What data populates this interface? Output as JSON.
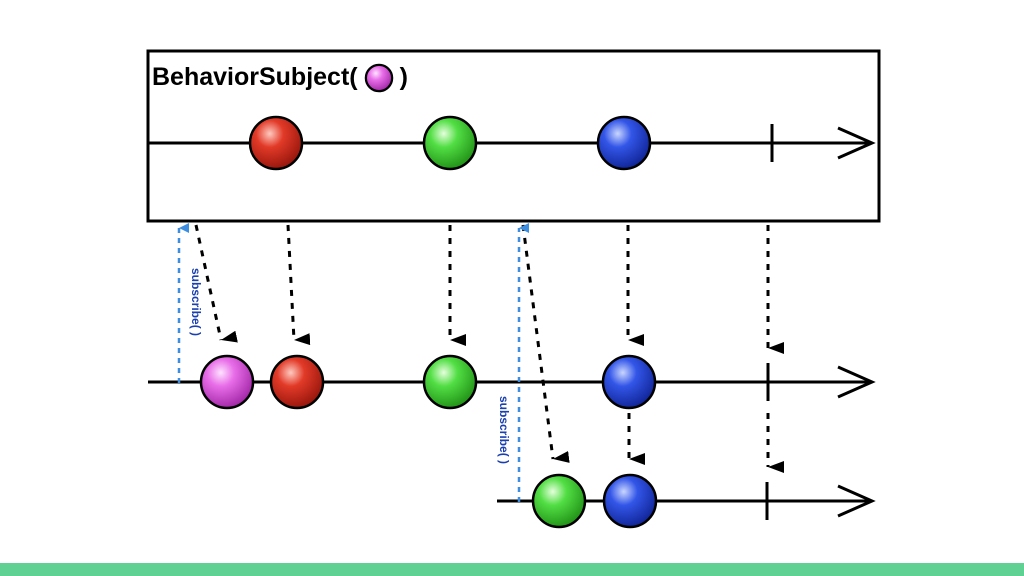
{
  "diagram": {
    "title_prefix": "BehaviorSubject(",
    "title_suffix": ")",
    "initial_value": "magenta",
    "subscribe_label_1": "subscribe( )",
    "subscribe_label_2": "subscribe( )",
    "colors": {
      "magenta": "#e64fe6",
      "red": "#dd2a1c",
      "green": "#38d12c",
      "blue": "#1e3fdc",
      "subscribe_arrow": "#3d8de0",
      "bottom_bar": "#5fd293"
    },
    "subject_timeline": {
      "events": [
        "red",
        "green",
        "blue"
      ],
      "terminated": true
    },
    "subscriber_1": {
      "events": [
        "magenta",
        "red",
        "green",
        "blue"
      ],
      "terminated": true
    },
    "subscriber_2": {
      "events": [
        "green",
        "blue"
      ],
      "terminated": true
    }
  }
}
